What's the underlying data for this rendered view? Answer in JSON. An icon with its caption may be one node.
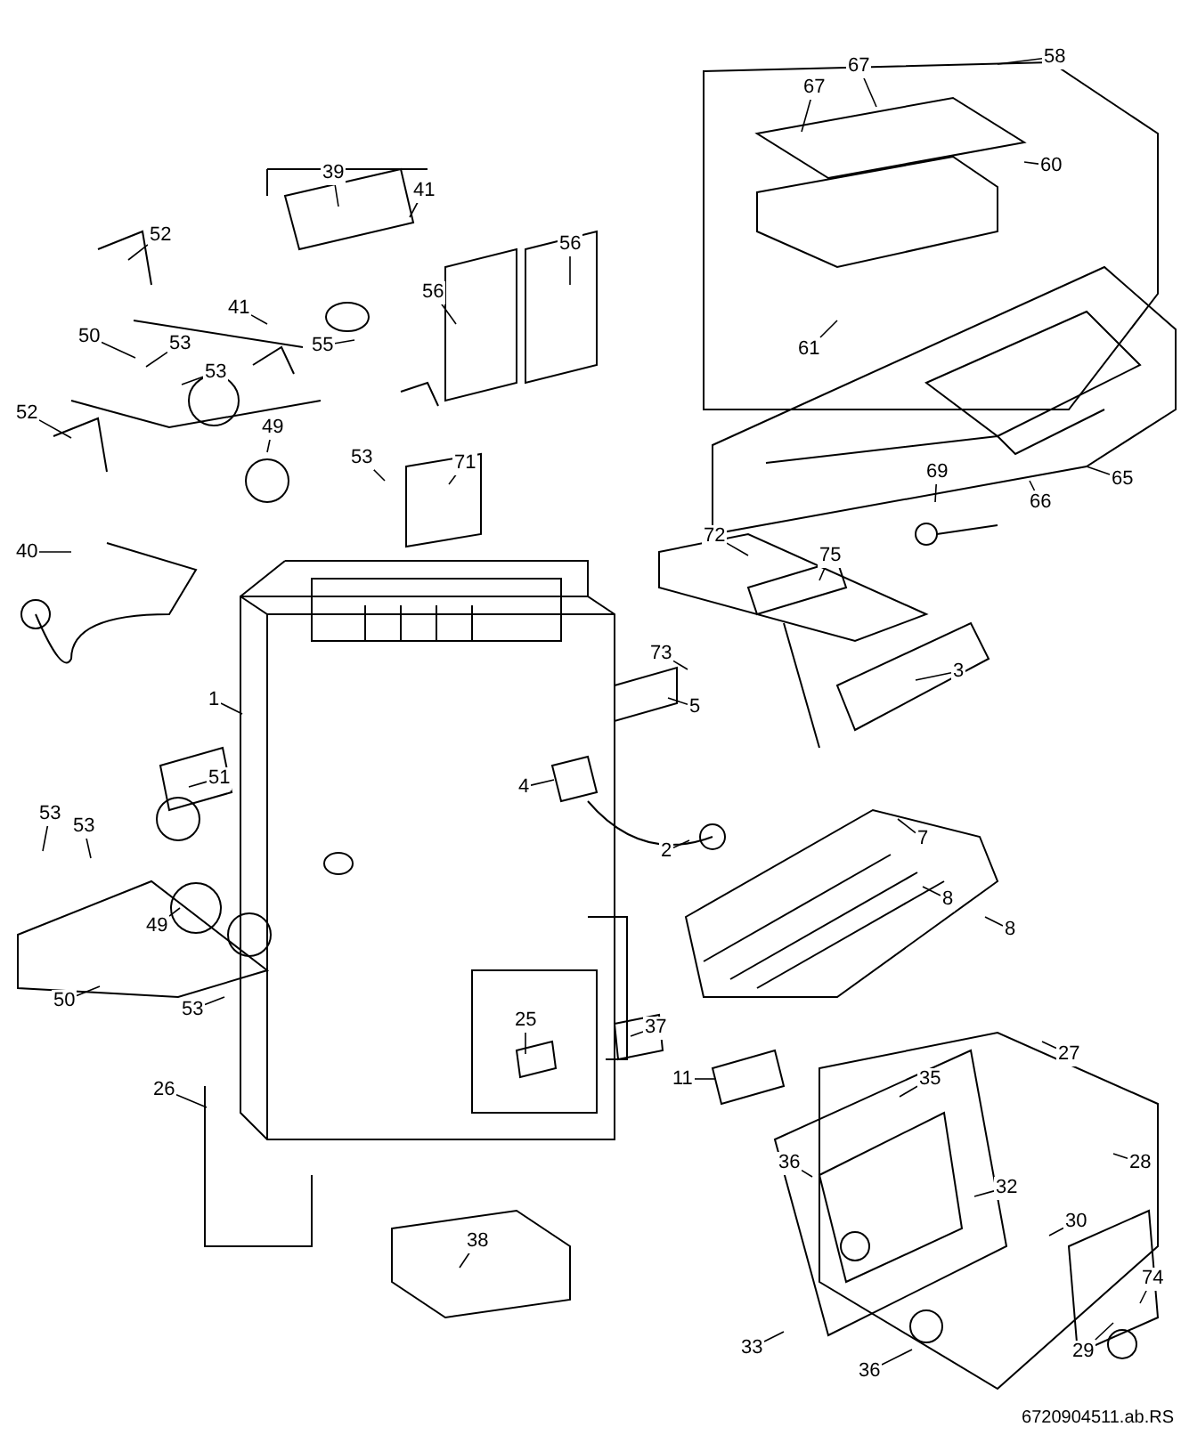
{
  "diagram": {
    "nodes": [
      {
        "text": [
          "39"
        ]
      },
      {
        "text": [
          "52"
        ]
      },
      {
        "text": [
          "56"
        ]
      },
      {
        "text": [
          "58"
        ]
      },
      {
        "text": [
          "41"
        ]
      },
      {
        "text": [
          "41"
        ]
      },
      {
        "text": [
          "56"
        ]
      },
      {
        "text": [
          "67"
        ]
      },
      {
        "text": [
          "67"
        ]
      },
      {
        "text": [
          "60"
        ]
      },
      {
        "text": [
          "55"
        ]
      },
      {
        "text": [
          "50"
        ]
      },
      {
        "text": [
          "53"
        ]
      },
      {
        "text": [
          "53"
        ]
      },
      {
        "text": [
          "49"
        ]
      },
      {
        "text": [
          "52"
        ]
      },
      {
        "text": [
          "61"
        ]
      },
      {
        "text": [
          "53"
        ]
      },
      {
        "text": [
          "71"
        ]
      },
      {
        "text": [
          "69"
        ]
      },
      {
        "text": [
          "66"
        ]
      },
      {
        "text": [
          "65"
        ]
      },
      {
        "text": [
          "40"
        ]
      },
      {
        "text": [
          "72"
        ]
      },
      {
        "text": [
          "75"
        ]
      },
      {
        "text": [
          "73"
        ]
      },
      {
        "text": [
          "1"
        ]
      },
      {
        "text": [
          "5"
        ]
      },
      {
        "text": [
          "3"
        ]
      },
      {
        "text": [
          "51"
        ]
      },
      {
        "text": [
          "4"
        ]
      },
      {
        "text": [
          "7"
        ]
      },
      {
        "text": [
          "2"
        ]
      },
      {
        "text": [
          "53"
        ]
      },
      {
        "text": [
          "53"
        ]
      },
      {
        "text": [
          "49"
        ]
      },
      {
        "text": [
          "8"
        ]
      },
      {
        "text": [
          "8"
        ]
      },
      {
        "text": [
          "50"
        ]
      },
      {
        "text": [
          "53"
        ]
      },
      {
        "text": [
          "37"
        ]
      },
      {
        "text": [
          "25"
        ]
      },
      {
        "text": [
          "27"
        ]
      },
      {
        "text": [
          "11"
        ]
      },
      {
        "text": [
          "35"
        ]
      },
      {
        "text": [
          "26"
        ]
      },
      {
        "text": [
          "38"
        ]
      },
      {
        "text": [
          "28"
        ]
      },
      {
        "text": [
          "36"
        ]
      },
      {
        "text": [
          "32"
        ]
      },
      {
        "text": [
          "30"
        ]
      },
      {
        "text": [
          "74"
        ]
      },
      {
        "text": [
          "33"
        ]
      },
      {
        "text": [
          "36"
        ]
      },
      {
        "text": [
          "29"
        ]
      }
    ],
    "edges": [
      {
        "from": 0,
        "to": null,
        "arrow": "none"
      },
      {
        "from": 1,
        "to": null,
        "arrow": "none"
      },
      {
        "from": 2,
        "to": null,
        "arrow": "none"
      },
      {
        "from": 3,
        "to": null,
        "arrow": "none"
      },
      {
        "from": 4,
        "to": null,
        "arrow": "none"
      },
      {
        "from": 5,
        "to": null,
        "arrow": "none"
      },
      {
        "from": 6,
        "to": null,
        "arrow": "none"
      },
      {
        "from": 7,
        "to": null,
        "arrow": "none"
      },
      {
        "from": 8,
        "to": null,
        "arrow": "none"
      },
      {
        "from": 9,
        "to": null,
        "arrow": "none"
      },
      {
        "from": 10,
        "to": null,
        "arrow": "none"
      },
      {
        "from": 11,
        "to": null,
        "arrow": "none"
      },
      {
        "from": 12,
        "to": null,
        "arrow": "none"
      },
      {
        "from": 13,
        "to": null,
        "arrow": "none"
      },
      {
        "from": 14,
        "to": null,
        "arrow": "none"
      },
      {
        "from": 15,
        "to": null,
        "arrow": "none"
      },
      {
        "from": 16,
        "to": null,
        "arrow": "none"
      },
      {
        "from": 17,
        "to": null,
        "arrow": "none"
      },
      {
        "from": 18,
        "to": null,
        "arrow": "none"
      },
      {
        "from": 19,
        "to": null,
        "arrow": "none"
      },
      {
        "from": 20,
        "to": null,
        "arrow": "none"
      },
      {
        "from": 21,
        "to": null,
        "arrow": "none"
      },
      {
        "from": 22,
        "to": null,
        "arrow": "none"
      },
      {
        "from": 23,
        "to": null,
        "arrow": "none"
      },
      {
        "from": 24,
        "to": null,
        "arrow": "none"
      },
      {
        "from": 25,
        "to": null,
        "arrow": "none"
      },
      {
        "from": 26,
        "to": null,
        "arrow": "none"
      },
      {
        "from": 27,
        "to": null,
        "arrow": "none"
      },
      {
        "from": 28,
        "to": null,
        "arrow": "none"
      },
      {
        "from": 29,
        "to": null,
        "arrow": "none"
      },
      {
        "from": 30,
        "to": null,
        "arrow": "none"
      },
      {
        "from": 31,
        "to": null,
        "arrow": "none"
      },
      {
        "from": 32,
        "to": null,
        "arrow": "none"
      },
      {
        "from": 33,
        "to": null,
        "arrow": "none"
      },
      {
        "from": 34,
        "to": null,
        "arrow": "none"
      },
      {
        "from": 35,
        "to": null,
        "arrow": "none"
      },
      {
        "from": 36,
        "to": null,
        "arrow": "none"
      },
      {
        "from": 37,
        "to": null,
        "arrow": "none"
      },
      {
        "from": 38,
        "to": null,
        "arrow": "none"
      },
      {
        "from": 39,
        "to": null,
        "arrow": "none"
      },
      {
        "from": 40,
        "to": null,
        "arrow": "none"
      },
      {
        "from": 41,
        "to": null,
        "arrow": "none"
      },
      {
        "from": 42,
        "to": null,
        "arrow": "none"
      },
      {
        "from": 43,
        "to": null,
        "arrow": "none"
      },
      {
        "from": 44,
        "to": null,
        "arrow": "none"
      },
      {
        "from": 45,
        "to": null,
        "arrow": "none"
      },
      {
        "from": 46,
        "to": null,
        "arrow": "none"
      },
      {
        "from": 47,
        "to": null,
        "arrow": "none"
      },
      {
        "from": 48,
        "to": null,
        "arrow": "none"
      },
      {
        "from": 49,
        "to": null,
        "arrow": "none"
      },
      {
        "from": 50,
        "to": null,
        "arrow": "none"
      },
      {
        "from": 51,
        "to": null,
        "arrow": "none"
      },
      {
        "from": 52,
        "to": null,
        "arrow": "none"
      },
      {
        "from": 53,
        "to": null,
        "arrow": "none"
      },
      {
        "from": 54,
        "to": null,
        "arrow": "none"
      }
    ],
    "labels": [
      "6720904511.ab.RS"
    ]
  }
}
